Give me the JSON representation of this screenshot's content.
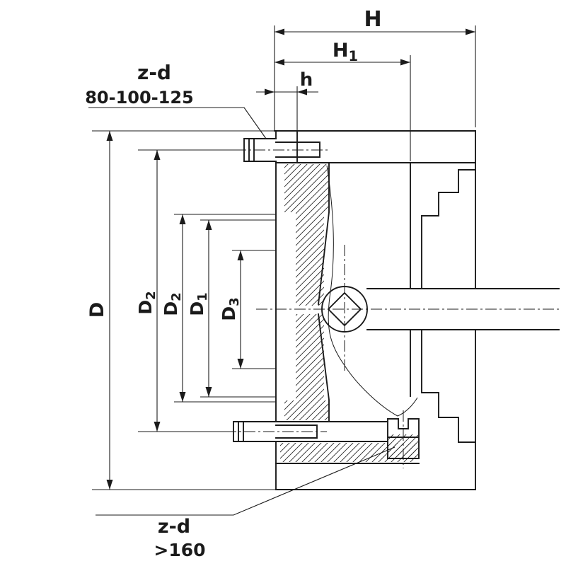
{
  "drawing": {
    "title": "chuck-cross-section",
    "background": "#ffffff",
    "line_color": "#1b1b1b"
  },
  "dimensions": {
    "H": {
      "label": "H"
    },
    "H1": {
      "base": "H",
      "sub": "1"
    },
    "h": {
      "label": "h"
    },
    "D": {
      "label": "D"
    },
    "D2_outer": {
      "base": "D",
      "sub": "2"
    },
    "D2_inner": {
      "base": "D",
      "sub": "2"
    },
    "D1": {
      "base": "D",
      "sub": "1"
    },
    "D3": {
      "base": "D",
      "sub": "3"
    }
  },
  "notes": {
    "top": {
      "line1": "z-d",
      "line2": "80-100-125"
    },
    "bottom": {
      "line1": "z-d",
      "line2": ">160"
    }
  }
}
